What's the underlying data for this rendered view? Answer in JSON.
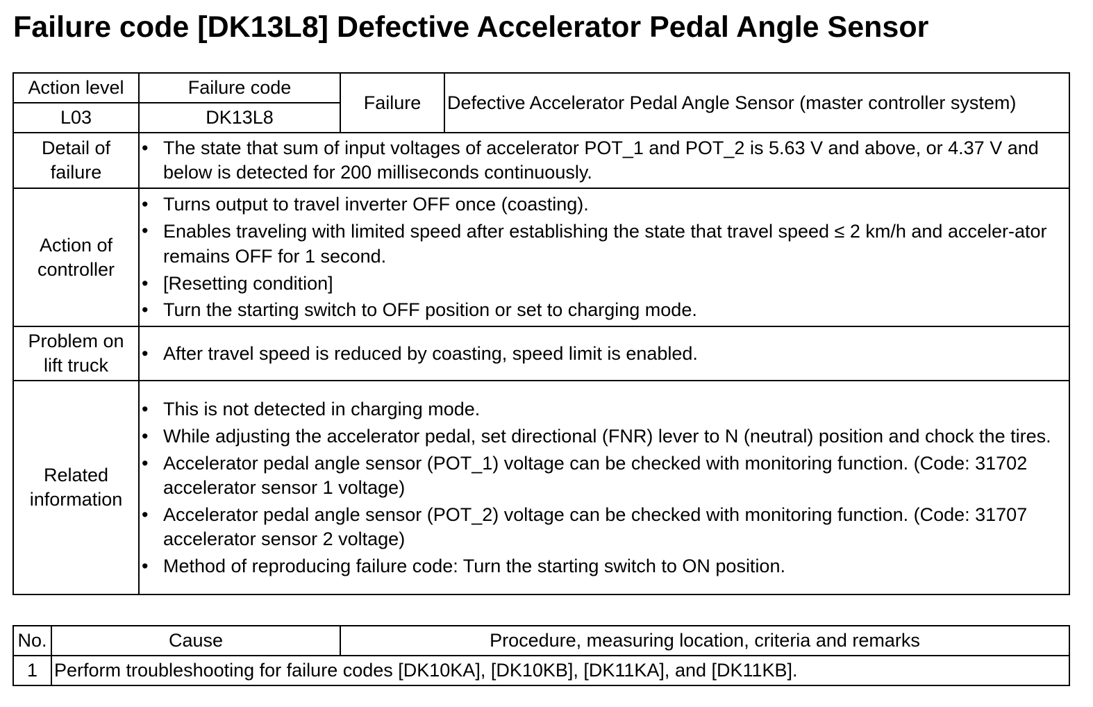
{
  "title": "Failure code [DK13L8] Defective Accelerator Pedal Angle Sensor",
  "header": {
    "action_level_label": "Action level",
    "failure_code_label": "Failure code",
    "action_level_value": "L03",
    "failure_code_value": "DK13L8",
    "failure_label": "Failure",
    "failure_description": "Defective Accelerator Pedal Angle Sensor (master controller system)"
  },
  "rows": {
    "detail_of_failure": {
      "label_line1": "Detail of",
      "label_line2": "failure",
      "items": [
        "The state that sum of input voltages of accelerator POT_1 and POT_2 is 5.63 V and above, or 4.37 V and below is detected for 200 milliseconds continuously."
      ]
    },
    "action_of_controller": {
      "label_line1": "Action of",
      "label_line2": "controller",
      "items": [
        "Turns output to travel inverter OFF once (coasting).",
        "Enables traveling with limited speed after establishing the state that travel speed ≤ 2 km/h and acceler-ator remains OFF for 1 second.",
        "[Resetting condition]",
        "Turn the starting switch to OFF position or set to charging mode."
      ]
    },
    "problem_on_lift_truck": {
      "label_line1": "Problem on",
      "label_line2": "lift truck",
      "items": [
        "After travel speed is reduced by coasting, speed limit is enabled."
      ]
    },
    "related_information": {
      "label_line1": "Related",
      "label_line2": "information",
      "items": [
        "This is not detected in charging mode.",
        "While adjusting the accelerator pedal, set directional (FNR) lever to N (neutral) position and chock the tires.",
        "Accelerator pedal angle sensor (POT_1) voltage can be checked with monitoring function. (Code: 31702 accelerator sensor 1 voltage)",
        "Accelerator pedal angle sensor (POT_2) voltage can be checked with monitoring function. (Code: 31707 accelerator sensor 2 voltage)",
        "Method of reproducing failure code: Turn the starting switch to ON position."
      ]
    }
  },
  "cause_table": {
    "headers": {
      "no": "No.",
      "cause": "Cause",
      "procedure": "Procedure, measuring location, criteria and remarks"
    },
    "rows": [
      {
        "no": "1",
        "cause": "Perform troubleshooting for failure codes [DK10KA], [DK10KB], [DK11KA],  and [DK11KB]."
      }
    ]
  }
}
